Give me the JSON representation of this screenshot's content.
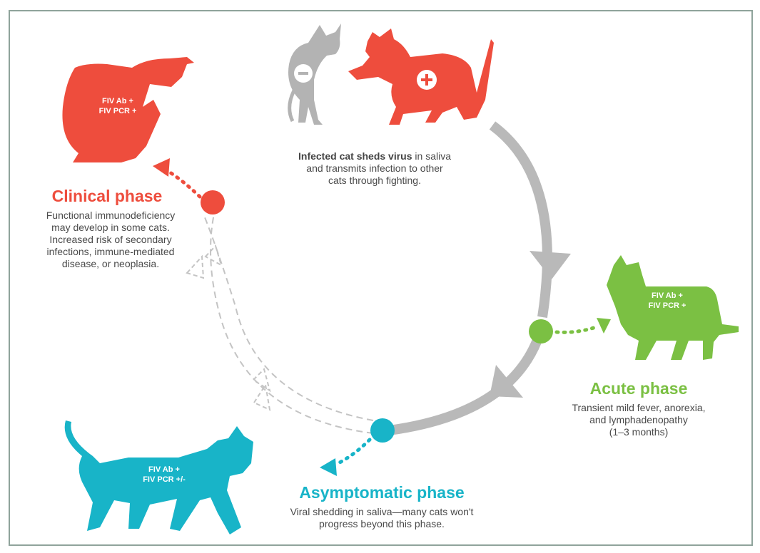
{
  "colors": {
    "red": "#ee4d3d",
    "green": "#7bc043",
    "teal": "#18b4c8",
    "gray_cat": "#b3b3b3",
    "arrow_gray": "#b9b9b9",
    "dash_gray": "#c4c4c4",
    "frame": "#8fa39b"
  },
  "transmission": {
    "bold": "Infected cat sheds virus",
    "rest": " in saliva\nand transmits infection to other\ncats through fighting.",
    "negative_symbol": "−",
    "positive_symbol": "+"
  },
  "clinical": {
    "title": "Clinical phase",
    "description": "Functional immunodeficiency\nmay develop in some cats.\nIncreased risk of secondary\ninfections, immune-mediated\ndisease, or neoplasia.",
    "badge": "FIV Ab +\nFIV PCR +"
  },
  "acute": {
    "title": "Acute phase",
    "description": "Transient mild fever, anorexia,\nand lymphadenopathy\n(1–3 months)",
    "badge": "FIV Ab +\nFIV PCR +"
  },
  "asymptomatic": {
    "title": "Asymptomatic phase",
    "description": "Viral shedding in saliva—many cats won't\nprogress beyond this phase.",
    "badge": "FIV Ab +\nFIV PCR +/-"
  }
}
